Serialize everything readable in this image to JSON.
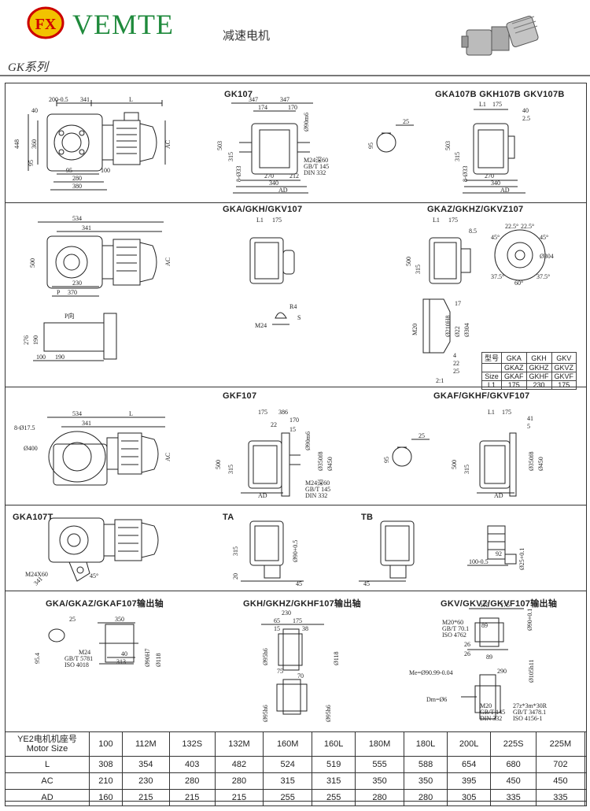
{
  "header": {
    "brand": "VEMTE",
    "logo_text": "FX",
    "subtitle": "减速电机",
    "series": "GK系列"
  },
  "panels": {
    "p1": {
      "title_left": "GK107",
      "title_right": "GKA107B  GKH107B  GKV107B",
      "dims_main": [
        "200-0.5",
        "341",
        "L",
        "40",
        "448",
        "360",
        "95",
        "95",
        "100",
        "280",
        "380",
        "AC"
      ],
      "dims_mid": [
        "347",
        "347",
        "174",
        "170",
        "Ø90m6",
        "503",
        "315",
        "8-Ø33",
        "270",
        "212",
        "340",
        "AD",
        "M24深60",
        "GB/T 145",
        "DIN 332"
      ],
      "dims_key": [
        "25",
        "95"
      ],
      "dims_right": [
        "L1",
        "175",
        "40",
        "2.5",
        "503",
        "315",
        "8-Ø33",
        "270",
        "340",
        "AD"
      ]
    },
    "p2": {
      "title_mid": "GKA/GKH/GKV107",
      "title_right": "GKAZ/GKHZ/GKVZ107",
      "dims_main": [
        "534",
        "341",
        "500",
        "230",
        "370",
        "P",
        "AC"
      ],
      "dims_pview": [
        "P向",
        "276",
        "190",
        "100",
        "190"
      ],
      "dims_mid": [
        "L1",
        "175",
        "M24",
        "R4",
        "S"
      ],
      "dims_right": [
        "L1",
        "175",
        "8.5",
        "45°",
        "22.5°",
        "22.5°",
        "45°",
        "Ø304",
        "500",
        "315",
        "37.5°",
        "60°",
        "37.5°",
        "17",
        "M20",
        "Ø210H8",
        "Ø22",
        "Ø304",
        "4",
        "22",
        "25",
        "2:1"
      ],
      "type_table": [
        [
          "型号",
          "GKA",
          "GKH",
          "GKV"
        ],
        [
          "",
          "GKAZ",
          "GKHZ",
          "GKVZ"
        ],
        [
          "Size",
          "GKAF",
          "GKHF",
          "GKVF"
        ],
        [
          "L1",
          "175",
          "230",
          "175"
        ]
      ]
    },
    "p3": {
      "title_mid": "GKF107",
      "title_right": "GKAF/GKHF/GKVF107",
      "dims_main": [
        "534",
        "L",
        "8-Ø17.5",
        "341",
        "Ø400",
        "AC"
      ],
      "dims_mid": [
        "175",
        "386",
        "170",
        "22",
        "15",
        "Ø90m6",
        "500",
        "315",
        "Ø350f8",
        "Ø450",
        "M24深60",
        "GB/T 145",
        "DIN 332",
        "AD"
      ],
      "dims_key": [
        "25",
        "95"
      ],
      "dims_right": [
        "L1",
        "175",
        "41",
        "5",
        "500",
        "315",
        "Ø350f8",
        "Ø450",
        "AD"
      ]
    },
    "p4": {
      "title_left": "GKA107T",
      "title_mid": "TA",
      "title_right": "TB",
      "dims_main": [
        "M24X60",
        "341",
        "45°"
      ],
      "dims_ta": [
        "315",
        "Ø90+0.5",
        "20",
        "45"
      ],
      "dims_tb": [
        "45"
      ],
      "dims_right": [
        "92",
        "100-0.5",
        "Ø25+0.1"
      ]
    },
    "p5": {
      "title_left": "GKA/GKAZ/GKAF107输出轴",
      "title_mid": "GKH/GKHZ/GKHF107输出轴",
      "title_right": "GKV/GKVZ/GKVF107输出轴",
      "dims_left": [
        "25",
        "95.4",
        "350",
        "M24",
        "GB/T 5781",
        "ISO 4018",
        "40",
        "313",
        "Ø90H7",
        "Ø118"
      ],
      "dims_mid": [
        "230",
        "175",
        "65",
        "15",
        "38",
        "Ø95h6",
        "Ø118",
        "75",
        "70",
        "Ø95h6",
        "Ø95h6"
      ],
      "dims_right": [
        "175",
        "175",
        "M20*60",
        "GB/T 70.1",
        "ISO 4762",
        "26",
        "89",
        "Ø90+0.1",
        "26",
        "89",
        "Me=Ø90.99-0.04",
        "290",
        "Ø105h11",
        "Dm=Ø6",
        "M20",
        "GB/T 145",
        "DIN 332",
        "27z*3m*30R",
        "GB/T 3478.1",
        "ISO 4156-1"
      ]
    }
  },
  "motor_table": {
    "header_label_1": "YE2电机机座号",
    "header_label_2": "Motor Size",
    "sizes": [
      "100",
      "112M",
      "132S",
      "132M",
      "160M",
      "160L",
      "180M",
      "180L",
      "200L",
      "225S",
      "225M"
    ],
    "rows": [
      {
        "label": "L",
        "values": [
          "308",
          "354",
          "403",
          "482",
          "524",
          "519",
          "555",
          "588",
          "654",
          "680",
          "702"
        ]
      },
      {
        "label": "AC",
        "values": [
          "210",
          "230",
          "280",
          "280",
          "315",
          "315",
          "350",
          "350",
          "395",
          "450",
          "450"
        ]
      },
      {
        "label": "AD",
        "values": [
          "160",
          "215",
          "215",
          "215",
          "255",
          "255",
          "280",
          "280",
          "305",
          "335",
          "335"
        ]
      }
    ]
  }
}
